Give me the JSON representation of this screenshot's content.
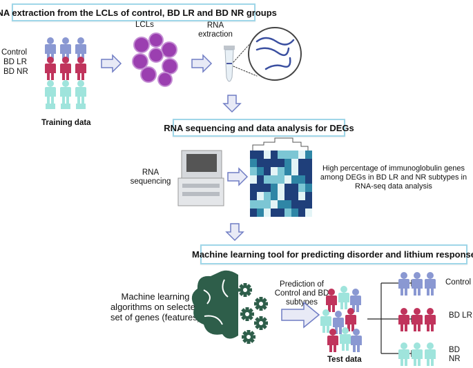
{
  "section1": {
    "title": "RNA extraction from the LCLs of control, BD LR and BD NR groups",
    "group_labels": [
      "Control",
      "BD LR",
      "BD NR"
    ],
    "lcls_label": "LCLs",
    "rna_extraction_label": [
      "RNA",
      "extraction"
    ],
    "training_label": "Training data"
  },
  "section2": {
    "title": "RNA sequencing and data analysis for DEGs",
    "rna_seq_label": [
      "RNA",
      "sequencing"
    ],
    "finding_text": [
      "High percentage of immunoglobulin genes",
      "among DEGs in BD LR and NR subtypes in",
      "RNA-seq data analysis"
    ]
  },
  "section3": {
    "title": "Machine learning tool for predicting disorder and lithium response",
    "ml_label": [
      "Machine learning",
      "algorithms on selected",
      "set of genes (features)"
    ],
    "prediction_label": [
      "Prediction of",
      "Control and BD",
      "subtypes"
    ],
    "test_label": "Test data",
    "output_labels": [
      "Control",
      "BD LR",
      "BD NR"
    ]
  },
  "colors": {
    "control": "#8a98d2",
    "bd_lr": "#c0345c",
    "bd_nr": "#9fe4dc",
    "box_border": "#9fd6e8",
    "arrow_fill": "#e8eaf6",
    "arrow_stroke": "#6f7cc4",
    "cell": "#9b3fb0",
    "brain": "#2e5e4a"
  }
}
